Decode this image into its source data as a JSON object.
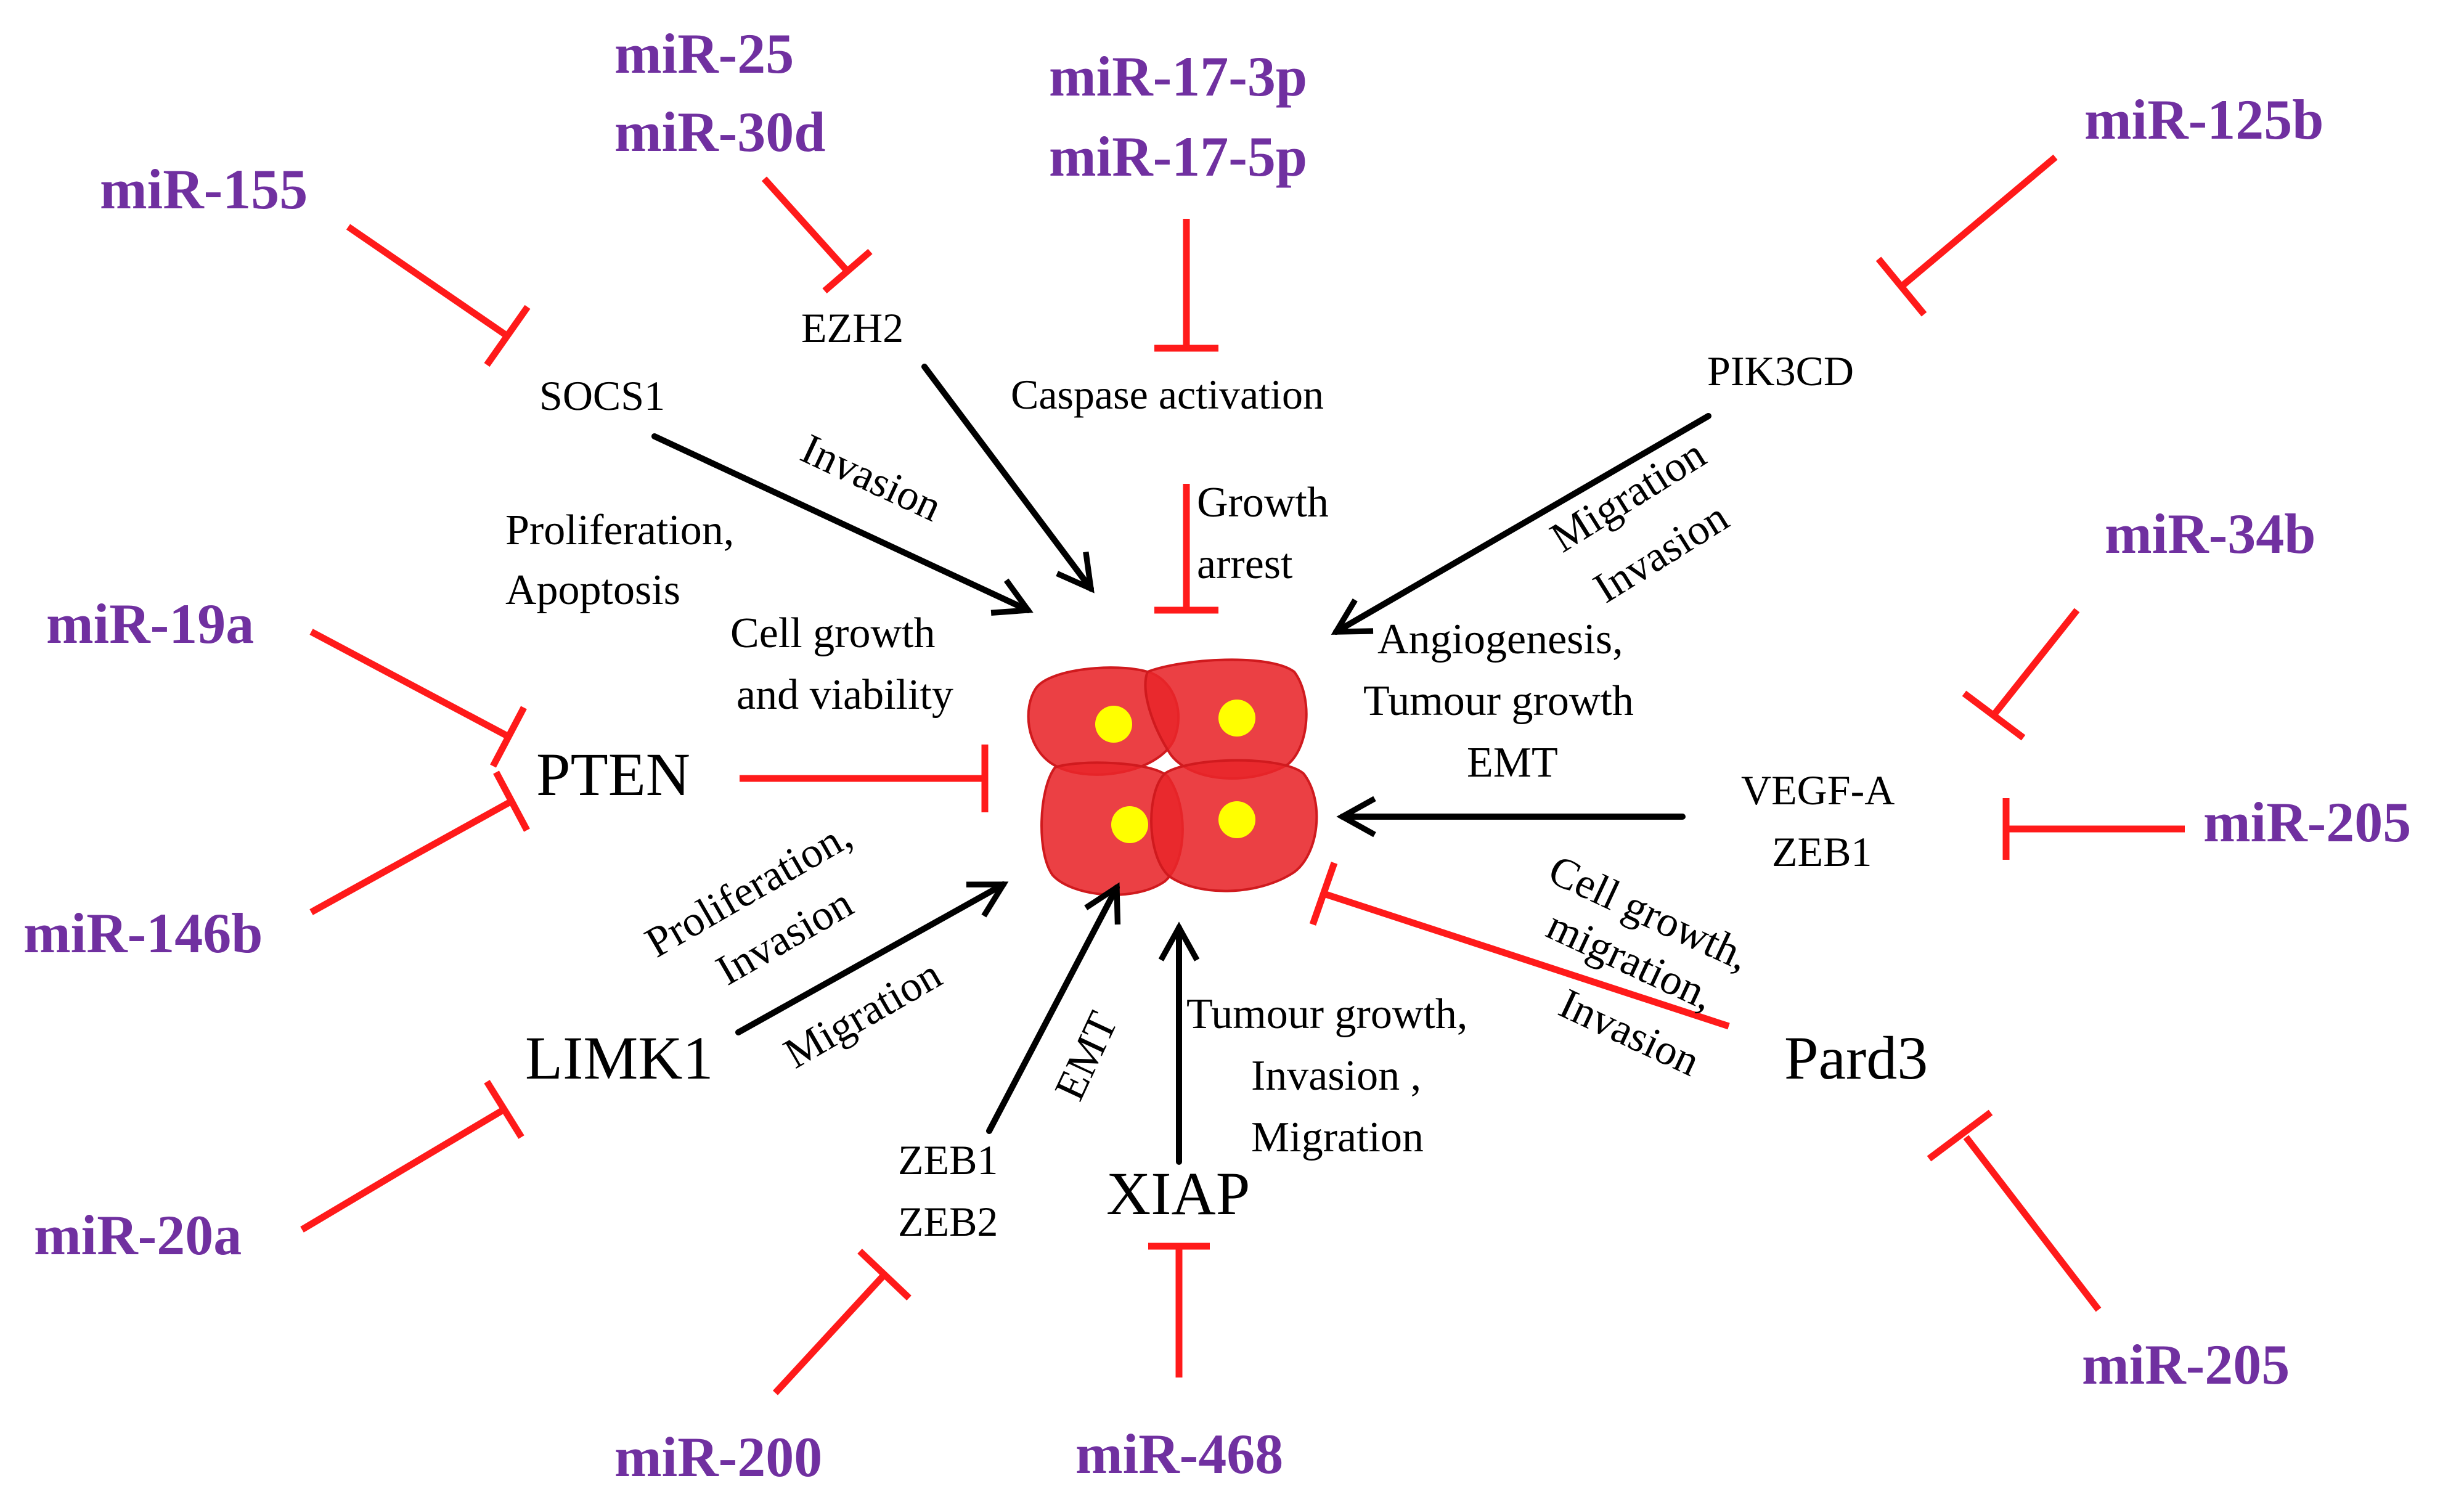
{
  "colors": {
    "mirna": "#7030A0",
    "inhibition": "#FF1A1A",
    "activation": "#000000",
    "cell": "#E8262A",
    "cell_edge": "#D01A1E",
    "nucleus": "#FFFF00"
  },
  "mirnas": {
    "mir155": "miR-155",
    "mir25": "miR-25",
    "mir30d": "miR-30d",
    "mir17_3p": "miR-17-3p",
    "mir17_5p": "miR-17-5p",
    "mir125b": "miR-125b",
    "mir34b": "miR-34b",
    "mir205_right": "miR-205",
    "mir205_bottom": "miR-205",
    "mir19a": "miR-19a",
    "mir146b": "miR-146b",
    "mir20a": "miR-20a",
    "mir200": "miR-200",
    "mir468": "miR-468"
  },
  "targets": {
    "socs1": "SOCS1",
    "ezh2": "EZH2",
    "caspase": "Caspase  activation",
    "pik3cd": "PIK3CD",
    "pten": "PTEN",
    "vegfa": "VEGF-A",
    "zeb1_right": "ZEB1",
    "pard3": "Pard3",
    "limk1": "LIMK1",
    "zeb1_bottom": "ZEB1",
    "zeb2_bottom": "ZEB2",
    "xiap": "XIAP"
  },
  "effects": {
    "socs1_invasion": "Invasion",
    "proliferation_apoptosis_1": "Proliferation,",
    "proliferation_apoptosis_2": "Apoptosis",
    "growth_arrest_1": "Growth",
    "growth_arrest_2": "arrest",
    "pik3cd_1": "Migration",
    "pik3cd_2": "Invasion",
    "cell_growth_1": "Cell  growth",
    "cell_growth_2": "and viability",
    "angio_1": "Angiogenesis,",
    "angio_2": "Tumour growth",
    "angio_3": "EMT",
    "limk1_1": "Proliferation,",
    "limk1_2": "Invasion",
    "limk1_3": "Migration",
    "zeb_emt": "EMT",
    "xiap_1": "Tumour growth,",
    "xiap_2": "Invasion ,",
    "xiap_3": "Migration",
    "pard3_1": "Cell growth,",
    "pard3_2": "migration,",
    "pard3_3": "Invasion"
  }
}
